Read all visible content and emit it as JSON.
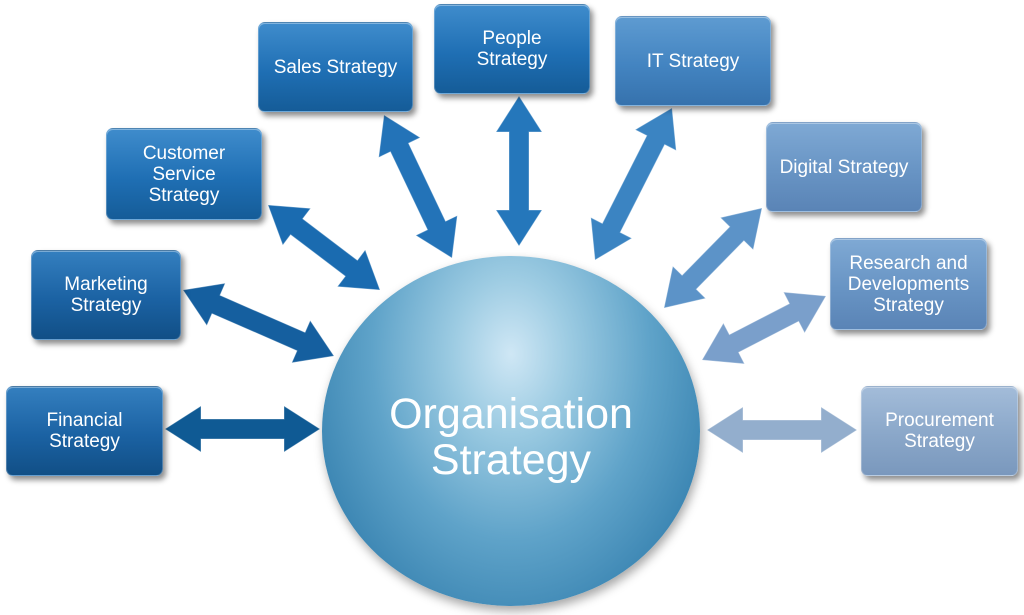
{
  "center": {
    "label": "Organisation\nStrategy",
    "color": "#5fa3c9"
  },
  "strategies": [
    {
      "id": "financial",
      "label": "Financial\nStrategy",
      "color": "#114f86"
    },
    {
      "id": "marketing",
      "label": "Marketing\nStrategy",
      "color": "#1b62a3"
    },
    {
      "id": "customer-service",
      "label": "Customer\nService\nStrategy",
      "color": "#1f6fb4"
    },
    {
      "id": "sales",
      "label": "Sales Strategy",
      "color": "#1f6fb4"
    },
    {
      "id": "people",
      "label": "People\nStrategy",
      "color": "#1f6fb4"
    },
    {
      "id": "it",
      "label": "IT Strategy",
      "color": "#4384c1"
    },
    {
      "id": "digital",
      "label": "Digital Strategy",
      "color": "#6894c4"
    },
    {
      "id": "research",
      "label": "Research and\nDevelopments\nStrategy",
      "color": "#6894c4"
    },
    {
      "id": "procurement",
      "label": "Procurement\nStrategy",
      "color": "#8aa7c9"
    }
  ]
}
